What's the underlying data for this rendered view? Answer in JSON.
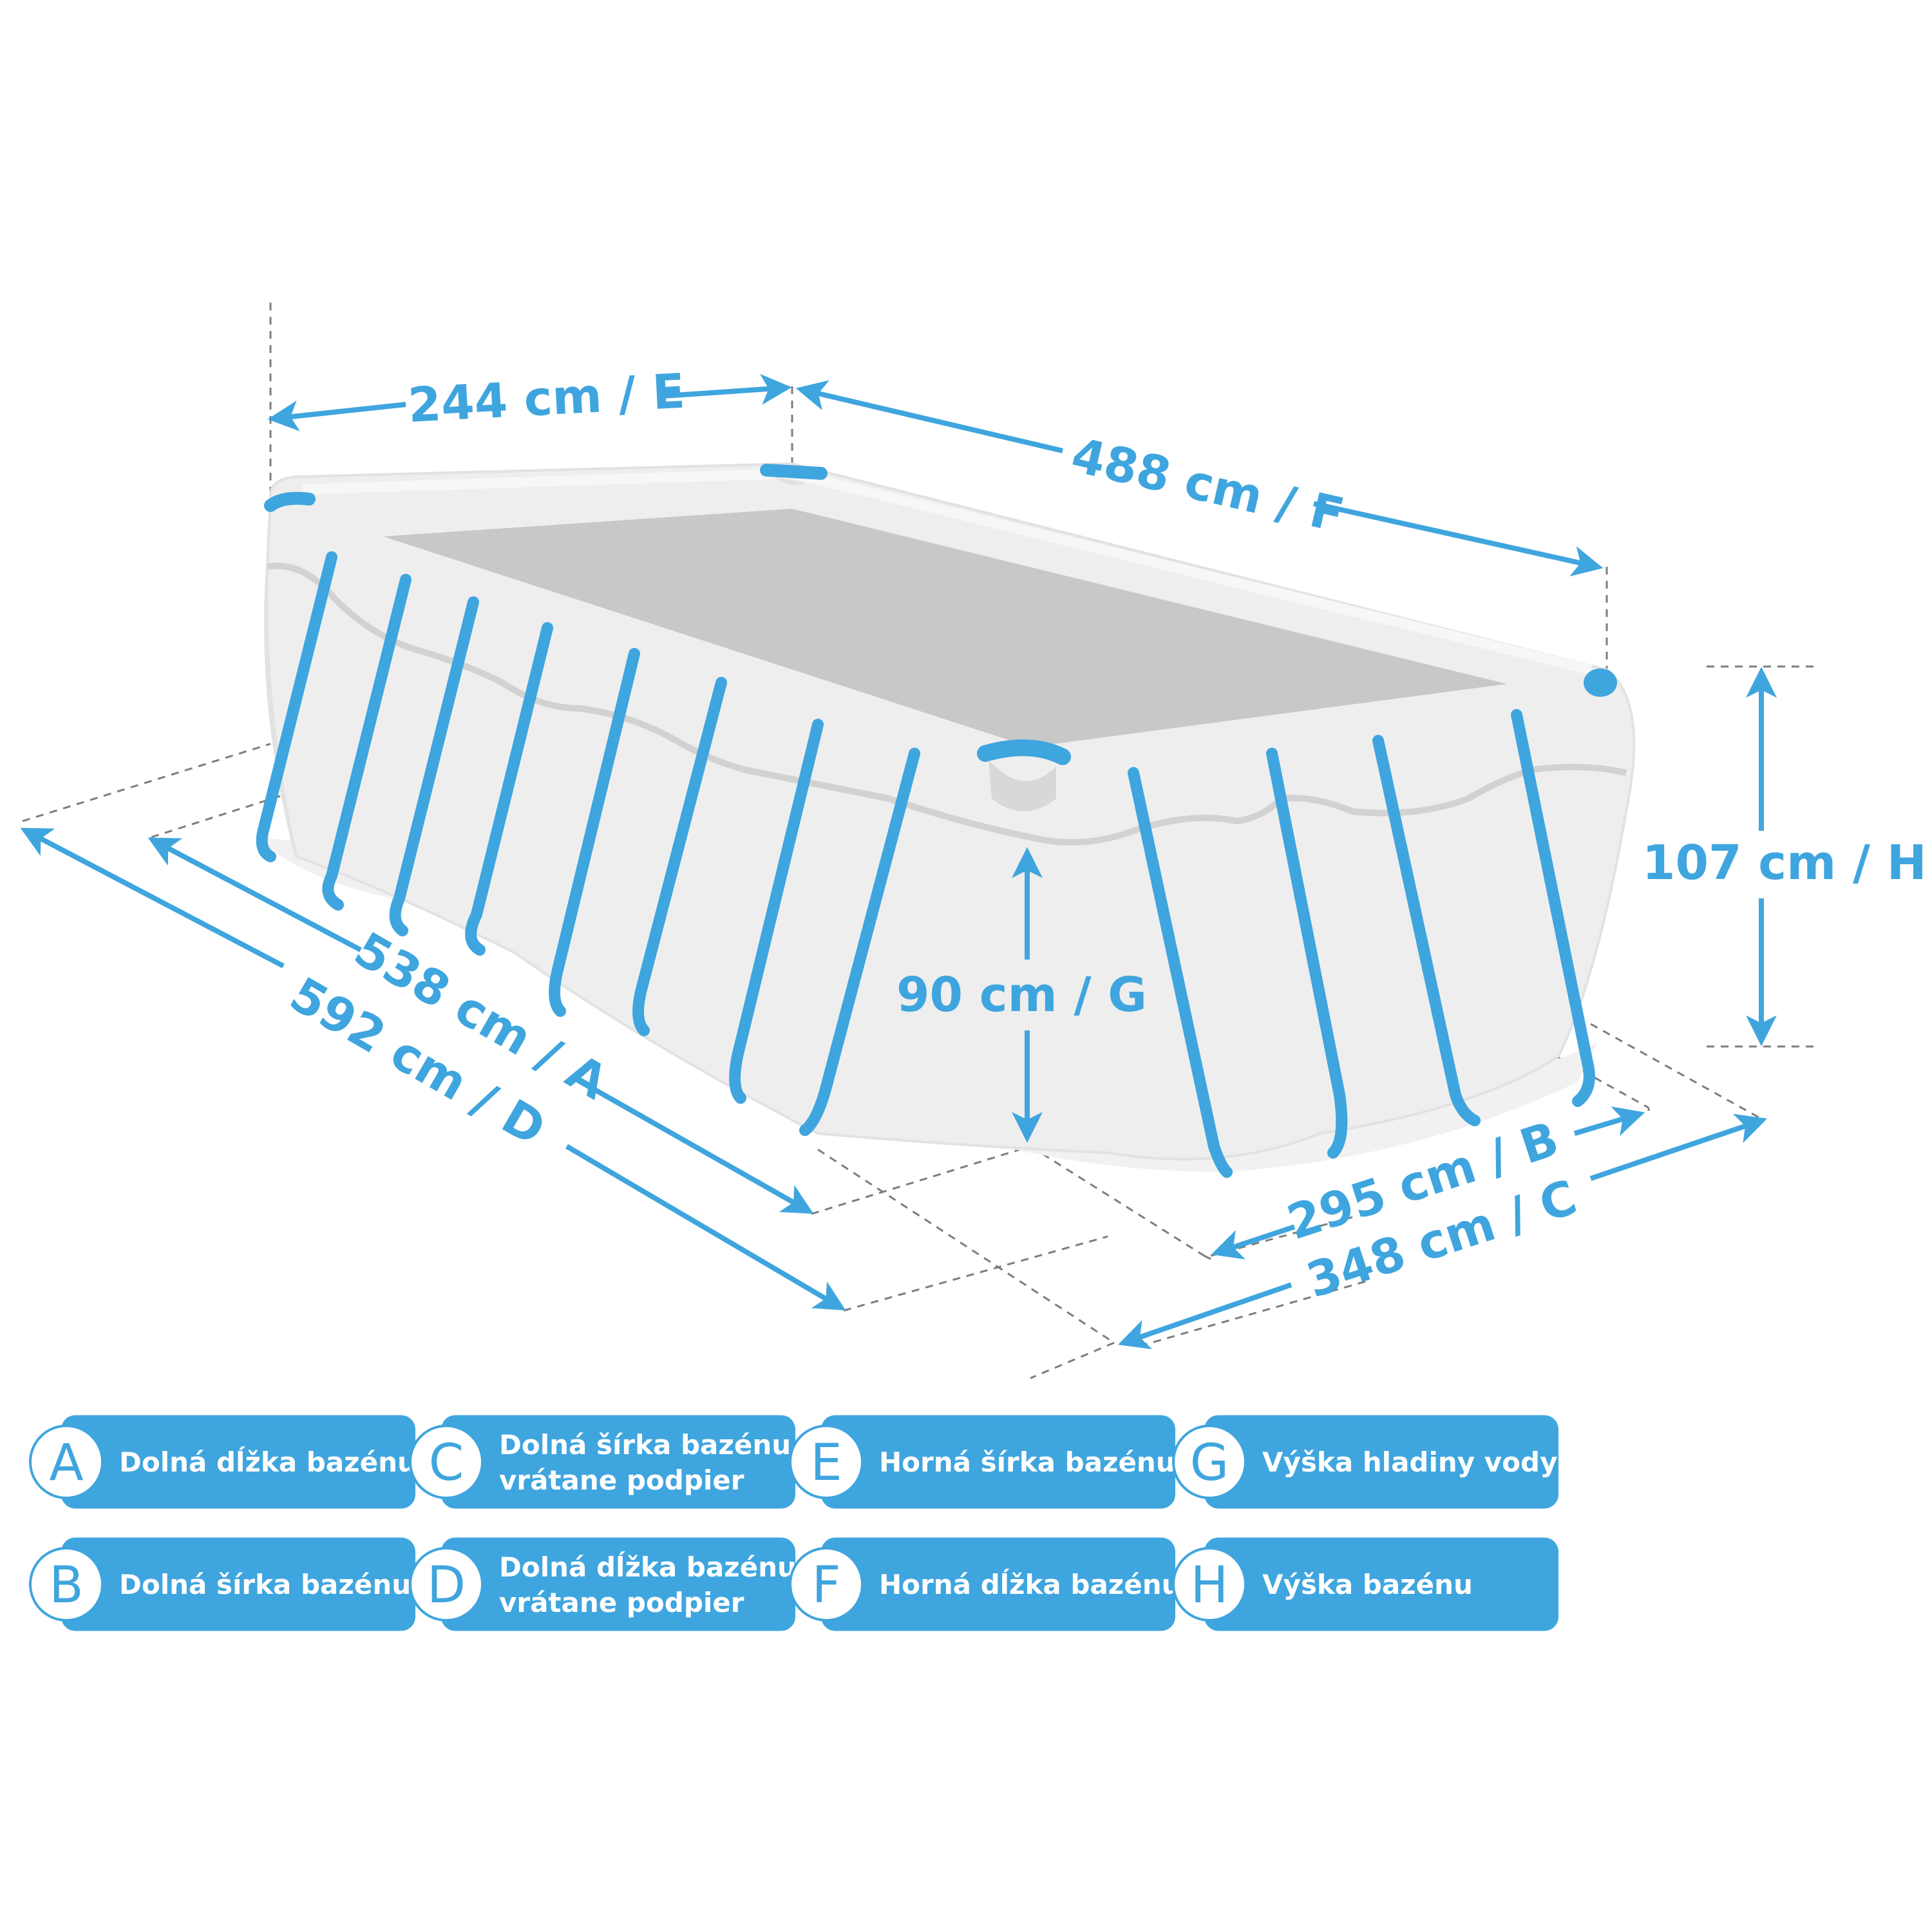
{
  "colors": {
    "accent": "#3fa5de",
    "pool_wall": "#eeeeee",
    "pool_wall_edge": "#d6d6d6",
    "pool_water": "#c8c8c8",
    "dashed_guides": "#7d7d7d"
  },
  "dimensions": {
    "E": "244 cm / E",
    "F": "488 cm / F",
    "H": "107 cm / H",
    "G": "90 cm / G",
    "A": "538 cm / A",
    "D": "592 cm / D",
    "B": "295 cm / B",
    "C": "348 cm / C"
  },
  "legend": [
    {
      "letter": "A",
      "lines": [
        "Dolná dĺžka bazénu"
      ]
    },
    {
      "letter": "C",
      "lines": [
        "Dolná šírka bazénu",
        "vrátane podpier"
      ]
    },
    {
      "letter": "E",
      "lines": [
        "Horná šírka bazénu"
      ]
    },
    {
      "letter": "G",
      "lines": [
        "Výška hladiny vody"
      ]
    },
    {
      "letter": "B",
      "lines": [
        "Dolná šírka bazénu"
      ]
    },
    {
      "letter": "D",
      "lines": [
        "Dolná dĺžka bazénu",
        "vrátane podpier"
      ]
    },
    {
      "letter": "F",
      "lines": [
        "Horná dĺžka bazénu"
      ]
    },
    {
      "letter": "H",
      "lines": [
        "Výška bazénu"
      ]
    }
  ],
  "icons": [
    "arrow-icon",
    "pool-frame-illustration"
  ]
}
